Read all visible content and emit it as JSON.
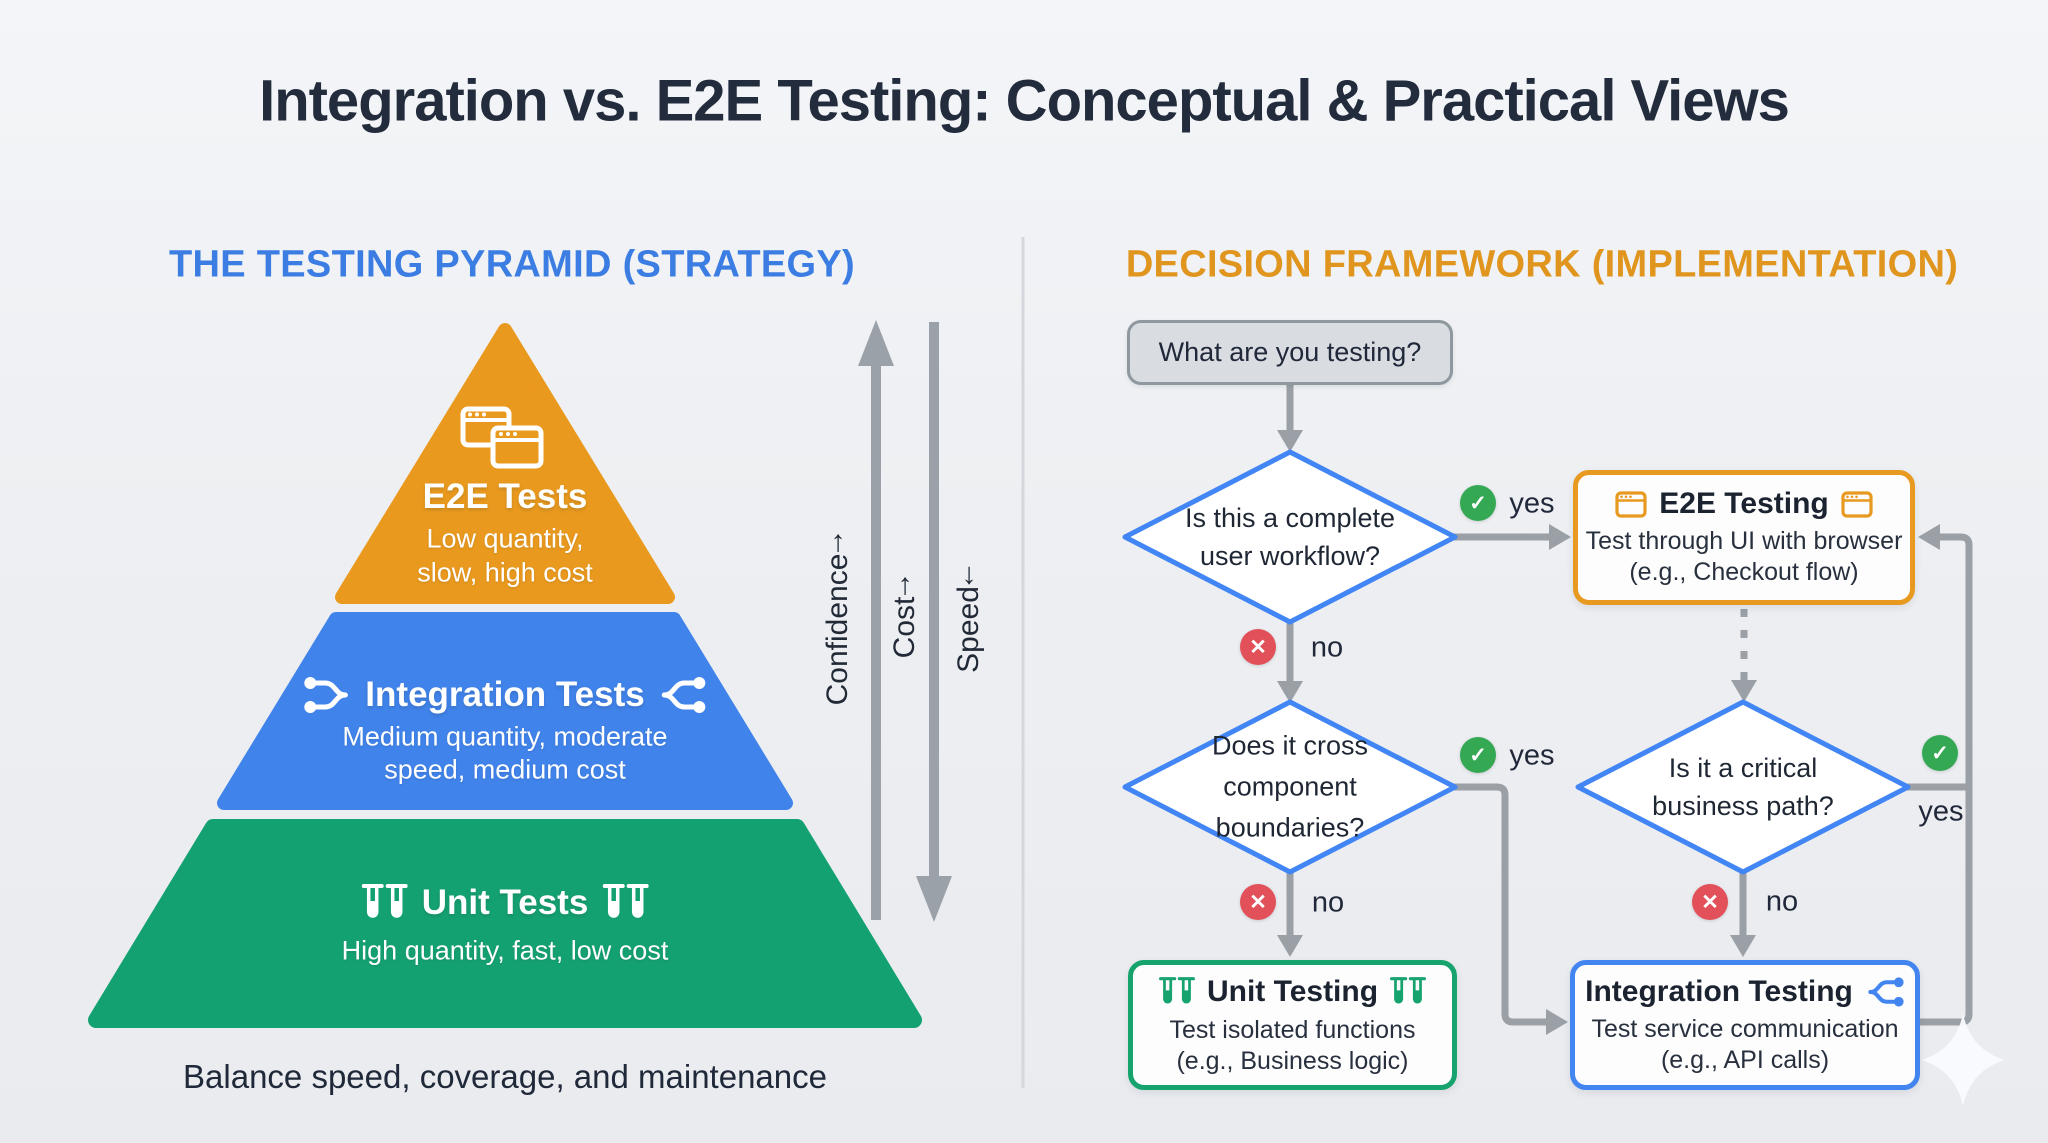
{
  "title": "Integration vs. E2E Testing: Conceptual & Practical Views",
  "left": {
    "header": "THE TESTING PYRAMID (STRATEGY)",
    "levels": [
      {
        "name": "E2E Tests",
        "line1": "Low quantity,",
        "line2": "slow, high cost",
        "icon": "browser-windows-icon",
        "color": "#e9991d"
      },
      {
        "name": "Integration Tests",
        "line1": "Medium quantity, moderate",
        "line2": "speed, medium cost",
        "icon": "network-nodes-icon",
        "color": "#4083ea"
      },
      {
        "name": "Unit Tests",
        "line1": "High quantity, fast, low cost",
        "icon": "test-tubes-icon",
        "color": "#14a171"
      }
    ],
    "axes": {
      "confidence": {
        "text": "Confidence",
        "arrow": "↑"
      },
      "cost": {
        "text": "Cost",
        "arrow": "↑"
      },
      "speed": {
        "text": "Speed",
        "arrow": "↓"
      }
    },
    "caption": "Balance speed, coverage, and maintenance"
  },
  "right": {
    "header": "DECISION FRAMEWORK (IMPLEMENTATION)",
    "start": "What are you testing?",
    "yes": "yes",
    "no": "no",
    "icons": {
      "yes": "✓",
      "no": "✕"
    },
    "d1": {
      "line1": "Is this a complete",
      "line2": "user workflow?"
    },
    "d2": {
      "line1": "Does it cross",
      "line2": "component",
      "line3": "boundaries?"
    },
    "d3": {
      "line1": "Is it a critical",
      "line2": "business path?"
    },
    "e2e": {
      "title": "E2E Testing",
      "line1": "Test through UI with browser",
      "line2": "(e.g., Checkout flow)"
    },
    "unit": {
      "title": "Unit Testing",
      "line1": "Test isolated functions",
      "line2": "(e.g., Business logic)"
    },
    "integration": {
      "title": "Integration Testing",
      "line1": "Test service communication",
      "line2": "(e.g., API calls)"
    }
  },
  "colors": {
    "background": "#edeff2",
    "title_text": "#232c3c",
    "header_left": "#3b7de2",
    "header_right": "#e0961e",
    "pyramid_e2e": "#e9991d",
    "pyramid_integration": "#4083ea",
    "pyramid_unit": "#14a171",
    "connector_gray": "#9aa0a6",
    "diamond_border": "#4285f4",
    "e2e_node_border": "#e8991f",
    "unit_node_border": "#17a36e",
    "integration_node_border": "#4285f0",
    "yes_badge": "#34a853",
    "no_badge": "#e25059",
    "start_box_fill": "#d9dde2"
  }
}
